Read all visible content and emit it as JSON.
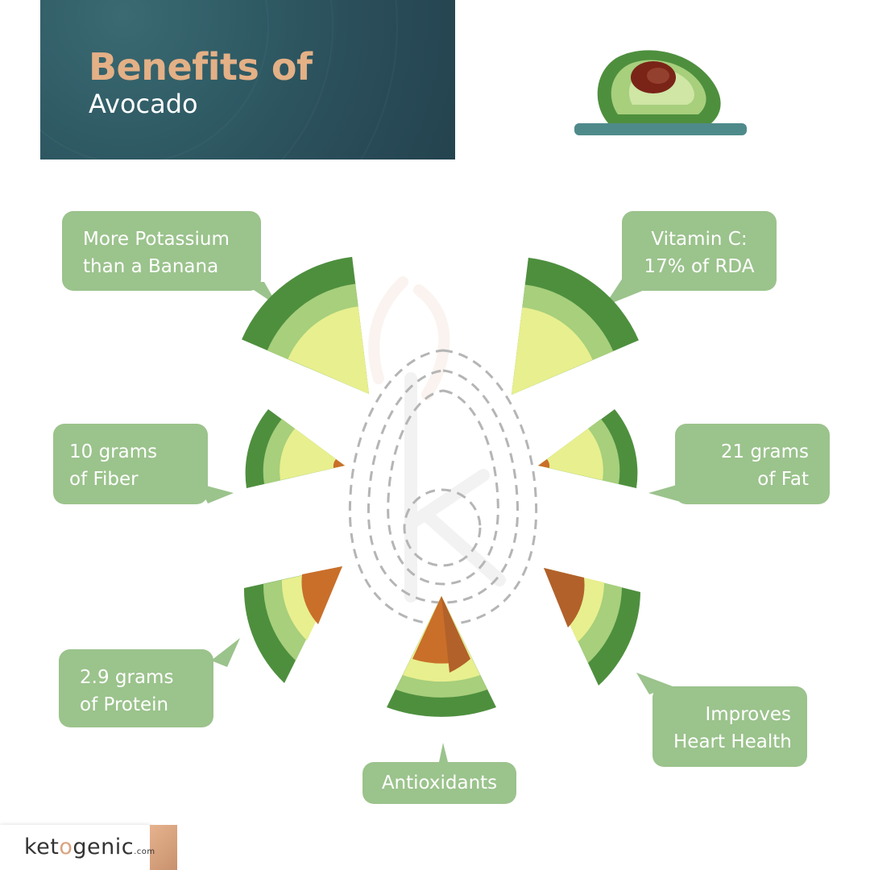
{
  "header": {
    "title_line1": "Benefits of",
    "title_line2": "Avocado"
  },
  "benefits": [
    {
      "id": "potassium",
      "lines": [
        "More Potassium",
        "than a Banana"
      ]
    },
    {
      "id": "vitamin-c",
      "lines": [
        "Vitamin C:",
        "17% of RDA"
      ]
    },
    {
      "id": "fiber",
      "lines": [
        "10 grams",
        "of Fiber"
      ]
    },
    {
      "id": "fat",
      "lines": [
        "21 grams",
        "of Fat"
      ]
    },
    {
      "id": "protein",
      "lines": [
        "2.9 grams",
        "of Protein"
      ]
    },
    {
      "id": "heart",
      "lines": [
        "Improves",
        "Heart Health"
      ]
    },
    {
      "id": "antioxidants",
      "lines": [
        "Antioxidants"
      ]
    }
  ],
  "brand": {
    "name_pre": "ket",
    "name_post": "genic",
    "suffix": ".com"
  },
  "colors": {
    "header_bg": "#2f5b65",
    "title_accent": "#e4b086",
    "bubble": "#9bc38c",
    "skin_dark": "#4e8f3e",
    "skin_mid": "#a7cf7c",
    "flesh": "#e8ef8e",
    "pit": "#c96f2a",
    "pit_dark": "#b2612a"
  },
  "icons": [
    "avocado-half-icon",
    "avocado-slice-icon",
    "dashed-avocado-outline-icon",
    "ketogenic-logo-icon"
  ]
}
